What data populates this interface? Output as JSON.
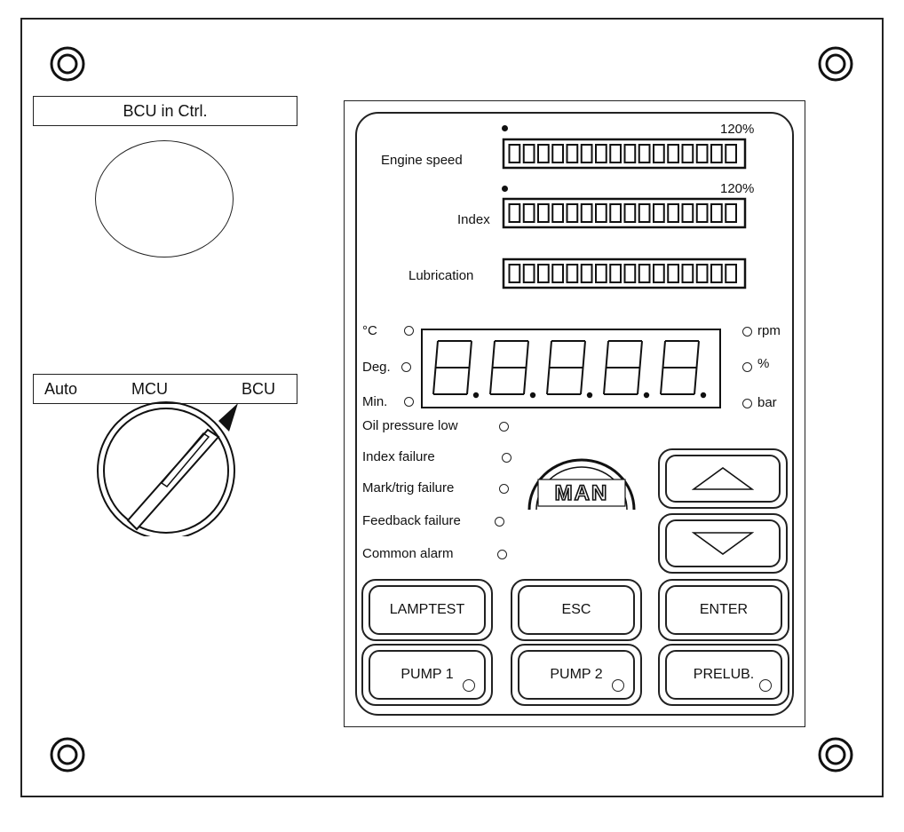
{
  "left_panel": {
    "control_label": "BCU in Ctrl.",
    "selector_positions": [
      "Auto",
      "MCU",
      "BCU"
    ],
    "selected_position": "BCU"
  },
  "display_unit": {
    "scale_max_label": "120%",
    "bars": [
      {
        "label": "Engine speed",
        "segments": 16
      },
      {
        "label": "Index",
        "segments": 16
      },
      {
        "label": "Lubrication",
        "segments": 16
      }
    ],
    "left_units": [
      "°C",
      "Deg.",
      "Min."
    ],
    "right_units": [
      "rpm",
      "%",
      "bar"
    ],
    "digits": 5,
    "alarms": [
      "Oil pressure low",
      "Index failure",
      "Mark/trig failure",
      "Feedback failure",
      "Common alarm"
    ],
    "logo_text": "MAN",
    "buttons": {
      "lamptest": "LAMPTEST",
      "esc": "ESC",
      "enter": "ENTER",
      "pump1": "PUMP 1",
      "pump2": "PUMP 2",
      "prelub": "PRELUB."
    },
    "icons": [
      "arrow-up-icon",
      "arrow-down-icon"
    ]
  }
}
